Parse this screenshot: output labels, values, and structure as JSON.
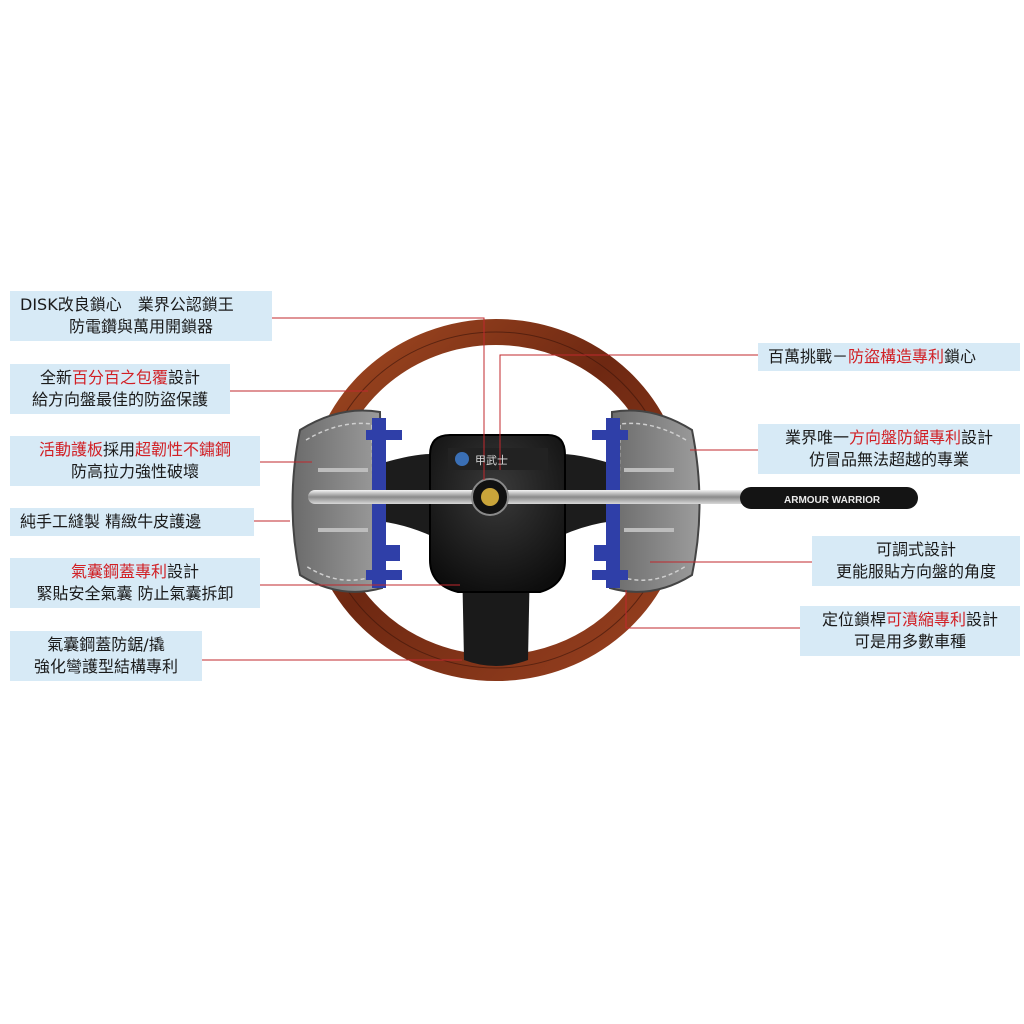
{
  "brand": {
    "rod_label": "ARMOUR WARRIOR",
    "hub_logo_text": "甲武士"
  },
  "colors": {
    "callout_bg": "#d7eaf6",
    "highlight": "#d11f24",
    "leader_line": "#c0282d",
    "wood": "#7a2e14",
    "clamp_blue": "#2f3fa8"
  },
  "callouts": {
    "left": [
      {
        "line1": [
          {
            "t": "DISK改良鎖心　業界公認鎖王",
            "hl": false
          }
        ],
        "line2": [
          {
            "t": "防電鑽與萬用開鎖器",
            "hl": false
          }
        ]
      },
      {
        "line1": [
          {
            "t": "全新",
            "hl": false
          },
          {
            "t": "百分百之包覆",
            "hl": true
          },
          {
            "t": "設計",
            "hl": false
          }
        ],
        "line2": [
          {
            "t": "給方向盤最佳的防盜保護",
            "hl": false
          }
        ]
      },
      {
        "line1": [
          {
            "t": "活動護板",
            "hl": true
          },
          {
            "t": "採用",
            "hl": false
          },
          {
            "t": "超韌性",
            "hl": true
          },
          {
            "t": "不鏽鋼",
            "hl": true
          }
        ],
        "line2": [
          {
            "t": "防高拉力強性破壞",
            "hl": false
          }
        ]
      },
      {
        "line1": [
          {
            "t": "純手工縫製 精緻牛皮護邊",
            "hl": false
          }
        ],
        "line2": []
      },
      {
        "line1": [
          {
            "t": "氣囊鋼蓋專利",
            "hl": true
          },
          {
            "t": "設計",
            "hl": false
          }
        ],
        "line2": [
          {
            "t": "緊貼安全氣囊 防止氣囊拆卸",
            "hl": false
          }
        ]
      },
      {
        "line1": [
          {
            "t": "氣囊鋼蓋防鋸/撬",
            "hl": false
          }
        ],
        "line2": [
          {
            "t": "強化彎護型結構專利",
            "hl": false
          }
        ]
      }
    ],
    "right": [
      {
        "line1": [
          {
            "t": "百萬挑戰－",
            "hl": false
          },
          {
            "t": "防盜構造專利",
            "hl": true
          },
          {
            "t": "鎖心",
            "hl": false
          }
        ],
        "line2": []
      },
      {
        "line1": [
          {
            "t": "業界唯一",
            "hl": false
          },
          {
            "t": "方向盤防鋸專利",
            "hl": true
          },
          {
            "t": "設計",
            "hl": false
          }
        ],
        "line2": [
          {
            "t": "仿冒品無法超越的專業",
            "hl": false
          }
        ]
      },
      {
        "line1": [
          {
            "t": "可調式設計",
            "hl": false
          }
        ],
        "line2": [
          {
            "t": "更能服貼方向盤的角度",
            "hl": false
          }
        ]
      },
      {
        "line1": [
          {
            "t": "定位鎖桿",
            "hl": false
          },
          {
            "t": "可濆縮專利",
            "hl": true
          },
          {
            "t": "設計",
            "hl": false
          }
        ],
        "line2": [
          {
            "t": "可是用多數車種",
            "hl": false
          }
        ]
      }
    ]
  }
}
